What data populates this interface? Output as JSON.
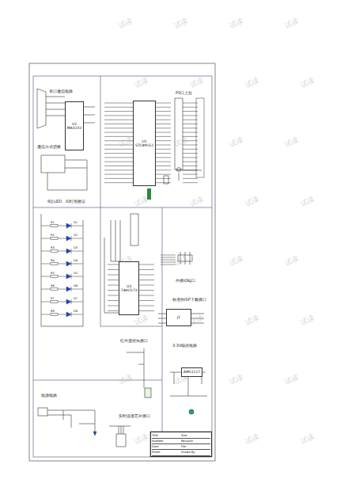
{
  "diagram": {
    "nodes": [
      {
        "text": [
          "U2",
          "MAX232"
        ]
      },
      {
        "text": [
          "U1",
          "STC89C52"
        ]
      },
      {
        "text": [
          "U3",
          "74HC573"
        ]
      },
      {
        "text": [
          "J1"
        ]
      },
      {
        "text": [
          "AMS1117"
        ]
      },
      {
        "text": [
          "Title",
          "Size",
          "Number",
          "Revision",
          "Date",
          "File",
          "Sheet",
          "Drawn By"
        ]
      }
    ],
    "labels": [
      "串口通信电路",
      "通信方式切换",
      "8位LED、IO灯泡验证",
      "P0口上拉",
      "外接IO端口",
      "标准的ISP下载接口",
      "红外遥控头接口",
      "3.3V稳压电路",
      "电源电路",
      "实时温度芯片接口",
      "D1",
      "D2",
      "D3",
      "D4",
      "D5",
      "D6",
      "D7",
      "D8",
      "R1",
      "R2",
      "R3",
      "R4",
      "R5",
      "R6",
      "R7",
      "R8",
      "试读",
      "试读",
      "试读",
      "试读",
      "试读",
      "试读",
      "试读",
      "试读",
      "试读",
      "试读",
      "试读",
      "试读",
      "试读",
      "试读",
      "试读",
      "试读",
      "试读",
      "试读",
      "试读",
      "试读",
      "试读",
      "试读",
      "试读",
      "试读",
      "试读",
      "试读",
      "试读",
      "试读",
      "试读",
      "试读",
      "试读",
      "试读"
    ]
  }
}
